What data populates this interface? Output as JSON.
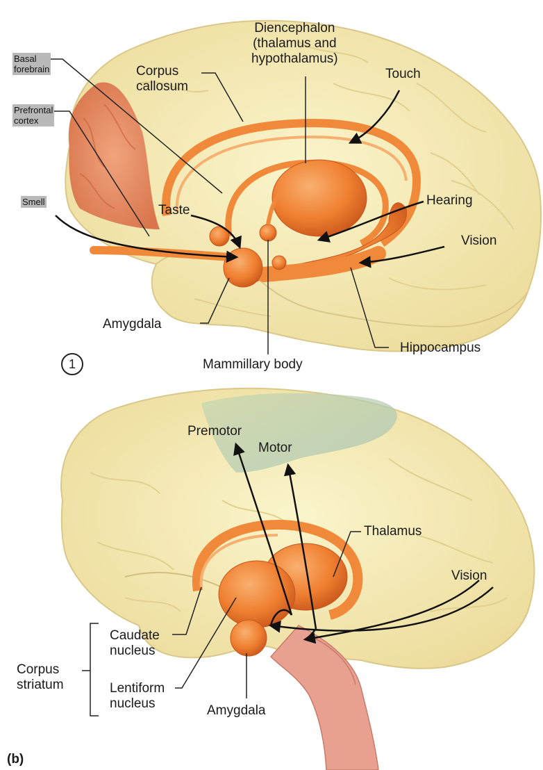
{
  "panel_a": {
    "number": "1",
    "labels": {
      "basal_forebrain": "Basal\nforebrain",
      "prefrontal_cortex": "Prefrontal\ncortex",
      "smell": "Smell",
      "corpus_callosum": "Corpus\ncallosum",
      "diencephalon": "Diencephalon\n(thalamus and\nhypothalamus)",
      "touch": "Touch",
      "taste": "Taste",
      "hearing": "Hearing",
      "vision": "Vision",
      "amygdala": "Amygdala",
      "mammillary_body": "Mammillary body",
      "hippocampus": "Hippocampus"
    }
  },
  "panel_b": {
    "letter": "(b)",
    "labels": {
      "premotor": "Premotor",
      "motor": "Motor",
      "thalamus": "Thalamus",
      "vision": "Vision",
      "caudate_nucleus": "Caudate\nnucleus",
      "corpus_striatum": "Corpus\nstriatum",
      "lentiform_nucleus": "Lentiform\nnucleus",
      "amygdala": "Amygdala"
    }
  },
  "colors": {
    "brain": "#f7efb4",
    "brain_shadow": "#efe0a0",
    "limbic": "#f08a3a",
    "limbic_dark": "#c9561c",
    "prefrontal": "#e88a60",
    "motor_region": "#a8c8a8",
    "brainstem": "#e8a090"
  }
}
